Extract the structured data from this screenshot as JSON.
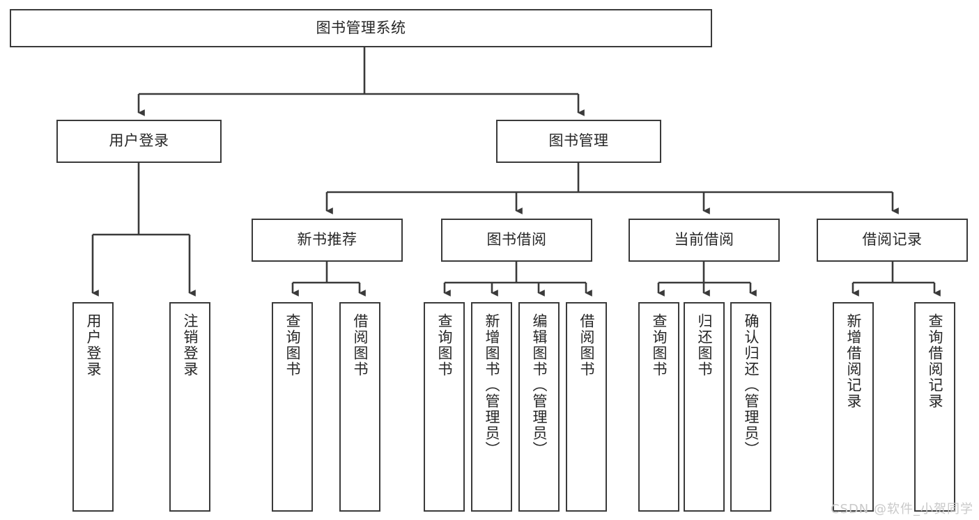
{
  "diagram": {
    "type": "tree",
    "title": "图书管理系统",
    "watermark": "CSDN @软件_小贺同学",
    "colors": {
      "stroke": "#3a3a3a",
      "fill": "#ffffff",
      "text": "#262626",
      "watermark": "#c9c9c9"
    },
    "levels": {
      "root": {
        "label": "图书管理系统"
      },
      "level2": [
        {
          "label": "用户登录"
        },
        {
          "label": "图书管理"
        }
      ],
      "level3": [
        {
          "label": "新书推荐"
        },
        {
          "label": "图书借阅"
        },
        {
          "label": "当前借阅"
        },
        {
          "label": "借阅记录"
        }
      ],
      "leaves_user_login": [
        {
          "label": "用户登录"
        },
        {
          "label": "注销登录"
        }
      ],
      "leaves_new_books": [
        {
          "label": "查询图书"
        },
        {
          "label": "借阅图书"
        }
      ],
      "leaves_borrow": [
        {
          "label": "查询图书"
        },
        {
          "label": "新增图书（管理员）"
        },
        {
          "label": "编辑图书（管理员）"
        },
        {
          "label": "借阅图书"
        }
      ],
      "leaves_current": [
        {
          "label": "查询图书"
        },
        {
          "label": "归还图书"
        },
        {
          "label": "确认归还（管理员）"
        }
      ],
      "leaves_records": [
        {
          "label": "新增借阅记录"
        },
        {
          "label": "查询借阅记录"
        }
      ]
    }
  }
}
